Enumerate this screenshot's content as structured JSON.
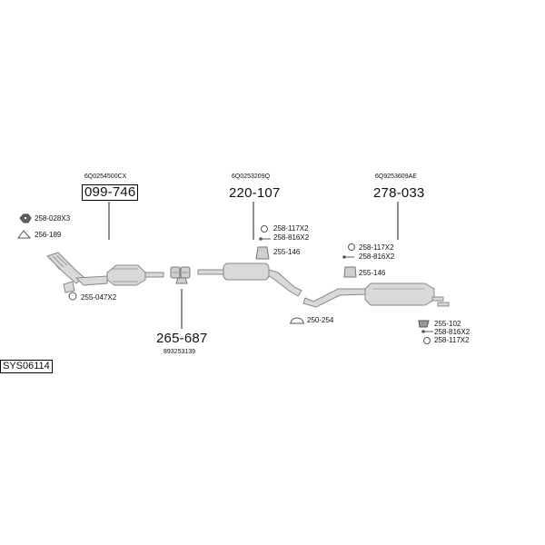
{
  "diagram_id": "SYS06114",
  "groups": [
    {
      "oem": "6Q0254500CX",
      "part": "099-746"
    },
    {
      "oem": "6Q0253209Q",
      "part": "220-107"
    },
    {
      "oem": "6Q9253609AE",
      "part": "278-033"
    },
    {
      "oem": "893253139",
      "part": "265-687"
    }
  ],
  "small_parts": [
    "258-028X3",
    "256-189",
    "255-047X2",
    "258-117X2",
    "258-816X2",
    "255-146",
    "258-117X2",
    "258-816X2",
    "255-146",
    "250-254",
    "255-102",
    "258-816X2",
    "258-117X2"
  ],
  "colors": {
    "line": "#222222",
    "part": "#999999",
    "part_fill": "#d9d9d9"
  }
}
